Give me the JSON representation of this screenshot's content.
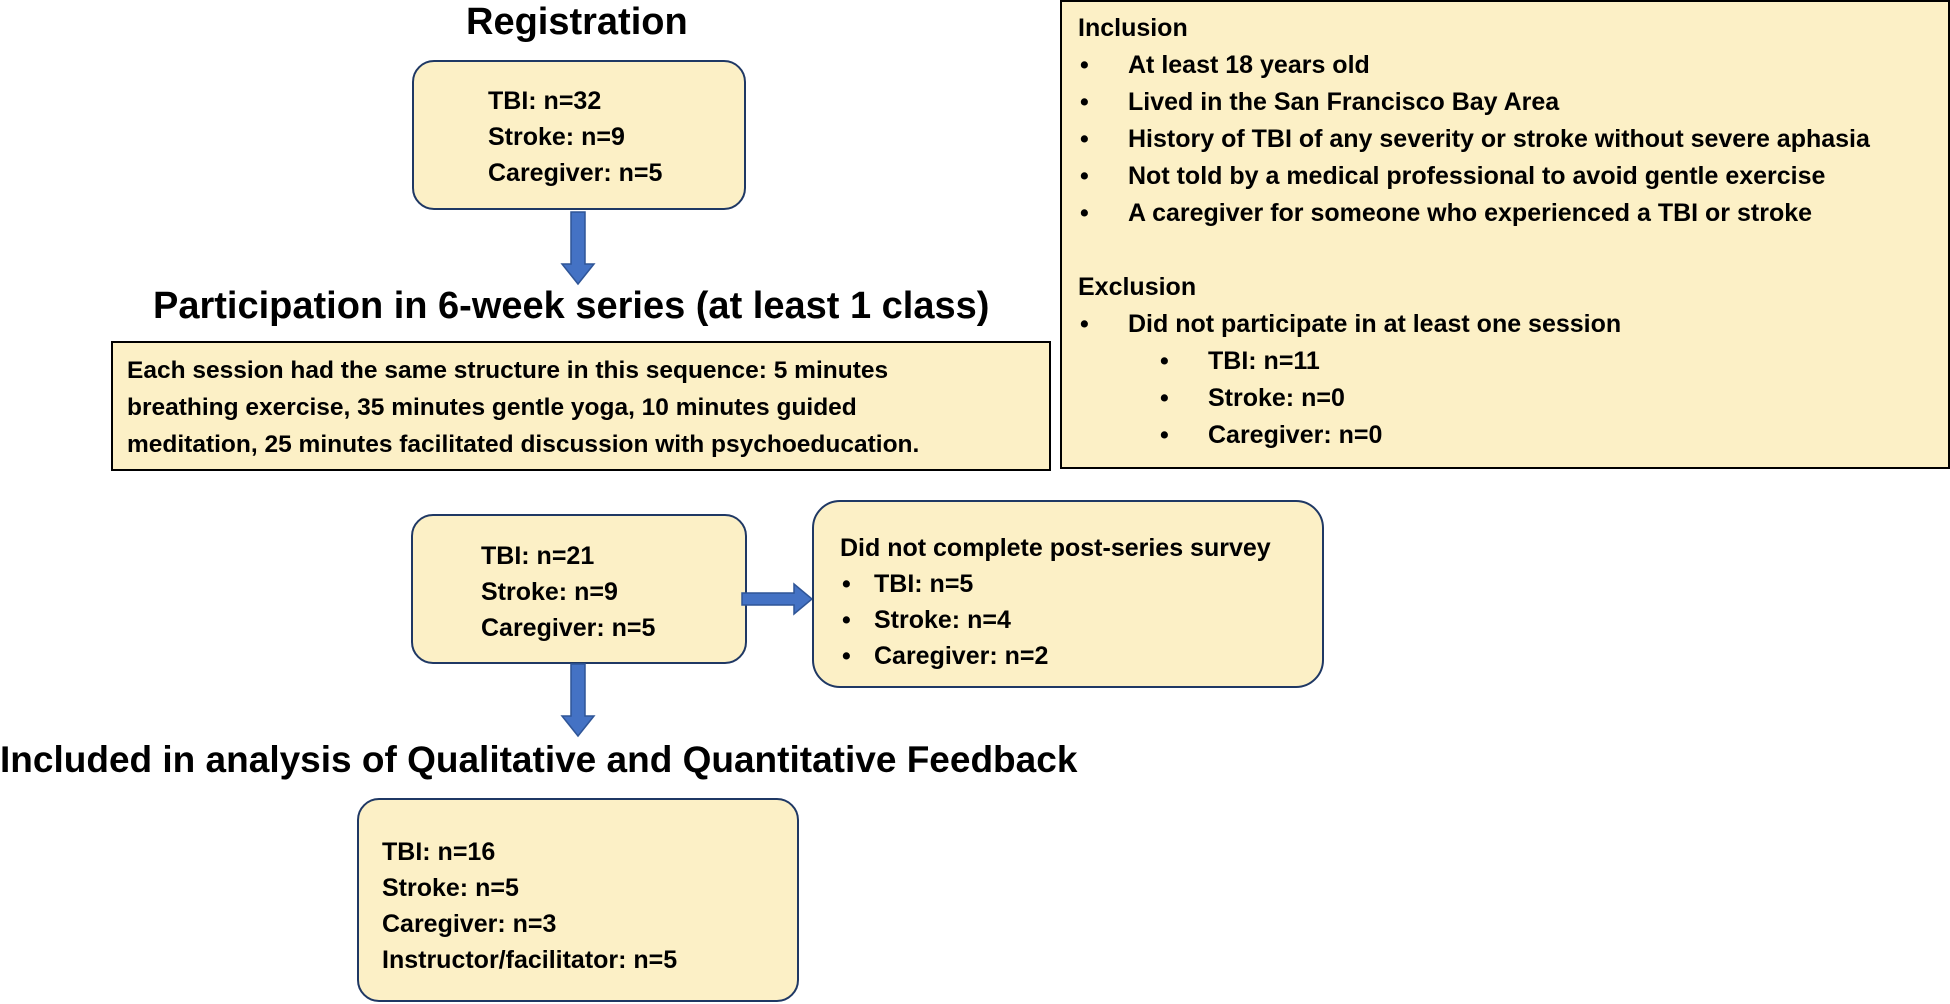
{
  "headings": {
    "registration": "Registration",
    "participation": "Participation in 6-week series (at least 1 class)",
    "included": "Included in analysis of Qualitative and Quantitative Feedback"
  },
  "registration_box": [
    "TBI: n=32",
    "Stroke:  n=9",
    "Caregiver: n=5"
  ],
  "session_box": [
    "Each session had the same structure in this sequence: 5 minutes",
    "breathing exercise, 35 minutes gentle yoga, 10 minutes guided",
    "meditation, 25 minutes facilitated discussion with psychoeducation."
  ],
  "participation_box": [
    "TBI: n=21",
    "Stroke: n=9",
    "Caregiver: n=5"
  ],
  "not_completed_box": {
    "title": "Did not complete post-series survey",
    "items": [
      "TBI: n=5",
      "Stroke: n=4",
      "Caregiver: n=2"
    ]
  },
  "included_box": [
    "TBI: n=16",
    "Stroke: n=5",
    "Caregiver: n=3",
    "Instructor/facilitator: n=5"
  ],
  "criteria_box": {
    "inclusion_title": "Inclusion",
    "inclusion_items": [
      "At least 18 years old",
      "Lived in the San Francisco Bay Area",
      "History of TBI of any severity or stroke without severe aphasia",
      "Not told by a medical professional to avoid gentle exercise",
      "A caregiver for someone who experienced a TBI or stroke"
    ],
    "exclusion_title": "Exclusion",
    "exclusion_items": [
      "Did not participate in at least one session"
    ],
    "exclusion_subitems": [
      "TBI: n=11",
      "Stroke: n=0",
      "Caregiver: n=0"
    ]
  },
  "bullet_glyph": "•",
  "colors": {
    "box_fill": "#fcf0c6",
    "box_border": "#1f3864",
    "arrow": "#4472c4",
    "arrow_border": "#2f5597"
  }
}
